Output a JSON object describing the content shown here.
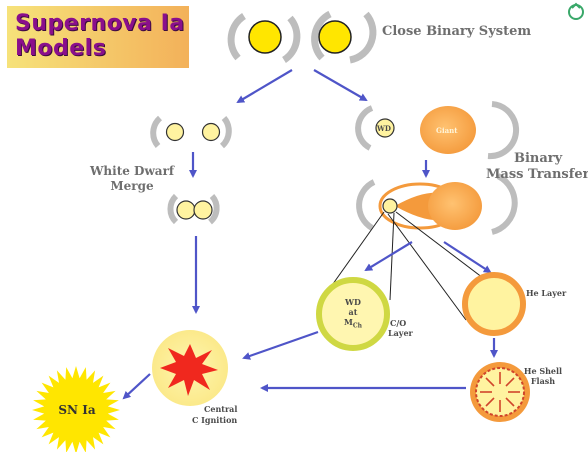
{
  "title": {
    "line1": "Supernova Ia",
    "line2": "Models"
  },
  "labels": {
    "close_binary": "Close Binary System",
    "wd_merge_line1": "White Dwarf",
    "wd_merge_line2": "Merge",
    "binary_mt_line1": "Binary",
    "binary_mt_line2": "Mass Transfer",
    "wd_small": "WD",
    "giant": "Giant",
    "wd_mch_line1": "WD",
    "wd_mch_line2": "at",
    "wd_mch_line3": "M",
    "wd_mch_sub": "Ch",
    "co_layer_line1": "C/O",
    "co_layer_line2": "Layer",
    "he_layer": "He Layer",
    "he_shell_line1": "He Shell",
    "he_shell_line2": "Flash",
    "central_line1": "Central",
    "central_line2": "C Ignition",
    "sn_ia": "SN Ia"
  },
  "colors": {
    "arrow_blue": "#4f55c8",
    "star_yellow": "#ffe600",
    "orange": "#f6a24a",
    "cream": "#fff3b0",
    "title_purple": "#8a0f8c"
  }
}
